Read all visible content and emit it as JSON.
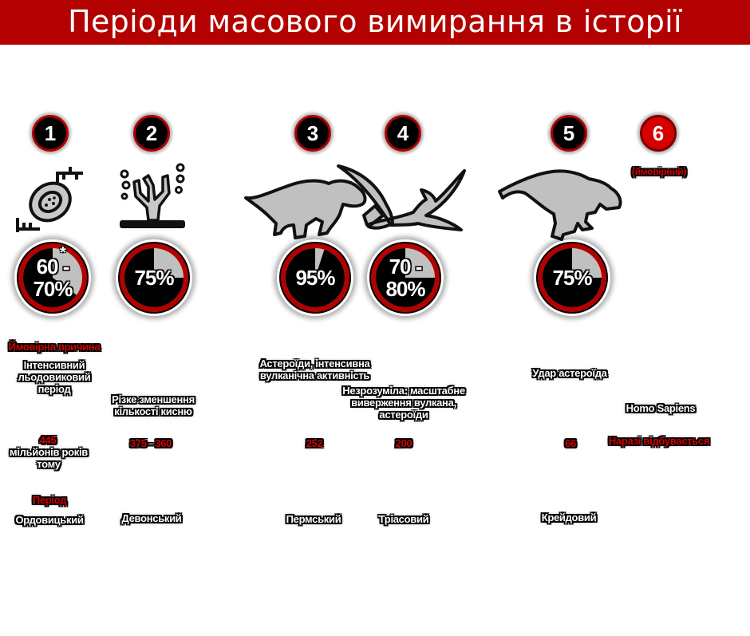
{
  "title": "Періоди масового вимирання в історії",
  "colors": {
    "accent": "#b30000",
    "pie_fill": "#000000",
    "pie_rest": "#c0c0c0",
    "icon_grey": "#bdbdbd"
  },
  "events": [
    {
      "number": "1",
      "icon": "trilobite-icon",
      "percent": "60 - 70%",
      "percent_value": 0.65,
      "asterisk": "*",
      "cause": "Інтенсивний льодовиковий період",
      "mya": "445",
      "period": "Ордовицький"
    },
    {
      "number": "2",
      "icon": "coral-icon",
      "percent": "75%",
      "percent_value": 0.75,
      "cause": "Різке зменшення кількості кисню",
      "mya": "375 - 360",
      "period": "Девонський"
    },
    {
      "number": "3",
      "icon": "dicynodont-icon",
      "percent": "95%",
      "percent_value": 0.95,
      "cause": "Астероїди, інтенсивна вулканічна активність",
      "mya": "252",
      "period": "Пермський"
    },
    {
      "number": "4",
      "icon": "pterosaur-icon",
      "percent": "70 - 80%",
      "percent_value": 0.75,
      "cause": "Незрозуміла: масштабне виверження вулкана, астероїди",
      "mya": "200",
      "period": "Тріасовий"
    },
    {
      "number": "5",
      "icon": "trex-icon",
      "percent": "75%",
      "percent_value": 0.75,
      "cause": "Удар астероїда",
      "mya": "66",
      "period": "Крейдовий"
    },
    {
      "number": "6",
      "note": "(ймовірний)",
      "cause": "Homo Sapiens",
      "mya": "Наразі відбувається"
    }
  ],
  "legend": {
    "cause_label": "Ймовірна причина",
    "mya_label": "мільйонів років тому",
    "period_label": "Період"
  }
}
